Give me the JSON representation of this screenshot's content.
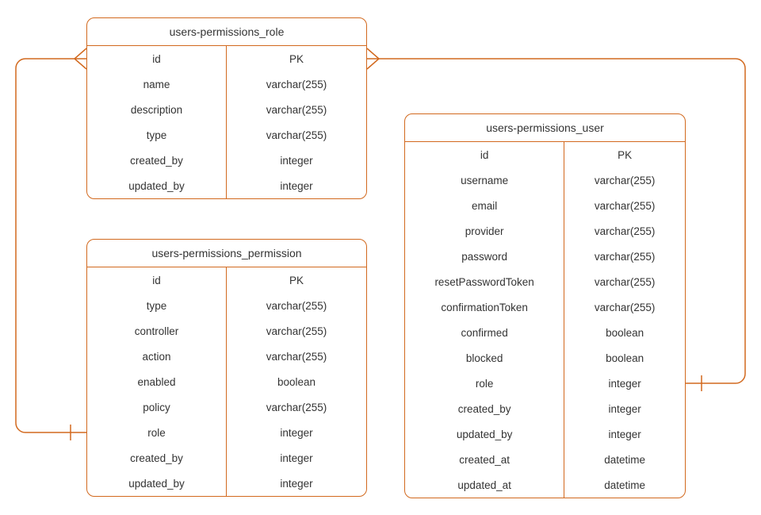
{
  "colors": {
    "stroke": "#D2691E",
    "text": "#333333",
    "background": "#FFFFFF"
  },
  "tables": [
    {
      "id": "role",
      "title": "users-permissions_role",
      "fields": [
        {
          "name": "id",
          "type": "PK"
        },
        {
          "name": "name",
          "type": "varchar(255)"
        },
        {
          "name": "description",
          "type": "varchar(255)"
        },
        {
          "name": "type",
          "type": "varchar(255)"
        },
        {
          "name": "created_by",
          "type": "integer"
        },
        {
          "name": "updated_by",
          "type": "integer"
        }
      ]
    },
    {
      "id": "permission",
      "title": "users-permissions_permission",
      "fields": [
        {
          "name": "id",
          "type": "PK"
        },
        {
          "name": "type",
          "type": "varchar(255)"
        },
        {
          "name": "controller",
          "type": "varchar(255)"
        },
        {
          "name": "action",
          "type": "varchar(255)"
        },
        {
          "name": "enabled",
          "type": "boolean"
        },
        {
          "name": "policy",
          "type": "varchar(255)"
        },
        {
          "name": "role",
          "type": "integer"
        },
        {
          "name": "created_by",
          "type": "integer"
        },
        {
          "name": "updated_by",
          "type": "integer"
        }
      ]
    },
    {
      "id": "user",
      "title": "users-permissions_user",
      "fields": [
        {
          "name": "id",
          "type": "PK"
        },
        {
          "name": "username",
          "type": "varchar(255)"
        },
        {
          "name": "email",
          "type": "varchar(255)"
        },
        {
          "name": "provider",
          "type": "varchar(255)"
        },
        {
          "name": "password",
          "type": "varchar(255)"
        },
        {
          "name": "resetPasswordToken",
          "type": "varchar(255)"
        },
        {
          "name": "confirmationToken",
          "type": "varchar(255)"
        },
        {
          "name": "confirmed",
          "type": "boolean"
        },
        {
          "name": "blocked",
          "type": "boolean"
        },
        {
          "name": "role",
          "type": "integer"
        },
        {
          "name": "created_by",
          "type": "integer"
        },
        {
          "name": "updated_by",
          "type": "integer"
        },
        {
          "name": "created_at",
          "type": "datetime"
        },
        {
          "name": "updated_at",
          "type": "datetime"
        }
      ]
    }
  ],
  "relationships": [
    {
      "from_table": "role",
      "from_field": "id",
      "from_side": "left",
      "from_cardinality": "many",
      "to_table": "permission",
      "to_field": "role",
      "to_side": "left",
      "to_cardinality": "one"
    },
    {
      "from_table": "role",
      "from_field": "id",
      "from_side": "right",
      "from_cardinality": "many",
      "to_table": "user",
      "to_field": "role",
      "to_side": "right",
      "to_cardinality": "one"
    }
  ]
}
